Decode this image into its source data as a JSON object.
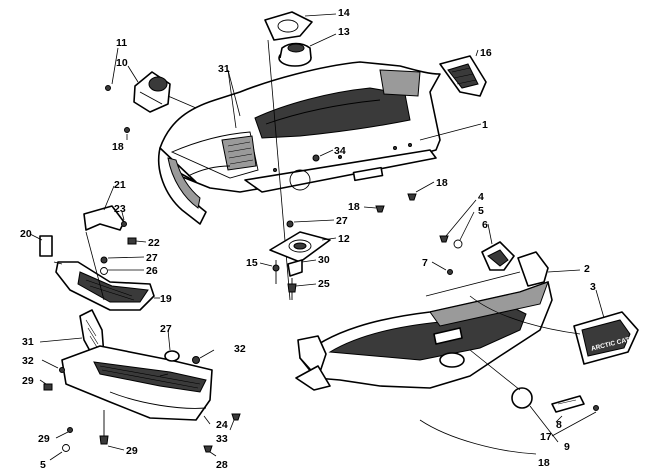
{
  "callouts": [
    {
      "id": "c1",
      "text": "1"
    },
    {
      "id": "c2",
      "text": "2"
    },
    {
      "id": "c3",
      "text": "3"
    },
    {
      "id": "c4",
      "text": "4"
    },
    {
      "id": "c5a",
      "text": "5"
    },
    {
      "id": "c5b",
      "text": "5"
    },
    {
      "id": "c6",
      "text": "6"
    },
    {
      "id": "c7",
      "text": "7"
    },
    {
      "id": "c8",
      "text": "8"
    },
    {
      "id": "c9",
      "text": "9"
    },
    {
      "id": "c10",
      "text": "10"
    },
    {
      "id": "c11",
      "text": "11"
    },
    {
      "id": "c12",
      "text": "12"
    },
    {
      "id": "c13",
      "text": "13"
    },
    {
      "id": "c14",
      "text": "14"
    },
    {
      "id": "c15",
      "text": "15"
    },
    {
      "id": "c16",
      "text": "16"
    },
    {
      "id": "c17",
      "text": "17"
    },
    {
      "id": "c18a",
      "text": "18"
    },
    {
      "id": "c18b",
      "text": "18"
    },
    {
      "id": "c18c",
      "text": "18"
    },
    {
      "id": "c18d",
      "text": "18"
    },
    {
      "id": "c19",
      "text": "19"
    },
    {
      "id": "c20",
      "text": "20"
    },
    {
      "id": "c21",
      "text": "21"
    },
    {
      "id": "c22",
      "text": "22"
    },
    {
      "id": "c23",
      "text": "23"
    },
    {
      "id": "c24",
      "text": "24"
    },
    {
      "id": "c25",
      "text": "25"
    },
    {
      "id": "c26",
      "text": "26"
    },
    {
      "id": "c27a",
      "text": "27"
    },
    {
      "id": "c27b",
      "text": "27"
    },
    {
      "id": "c27c",
      "text": "27"
    },
    {
      "id": "c28",
      "text": "28"
    },
    {
      "id": "c29a",
      "text": "29"
    },
    {
      "id": "c29b",
      "text": "29"
    },
    {
      "id": "c29c",
      "text": "29"
    },
    {
      "id": "c30",
      "text": "30"
    },
    {
      "id": "c31a",
      "text": "31"
    },
    {
      "id": "c31b",
      "text": "31"
    },
    {
      "id": "c32a",
      "text": "32"
    },
    {
      "id": "c32b",
      "text": "32"
    },
    {
      "id": "c33",
      "text": "33"
    },
    {
      "id": "c34",
      "text": "34"
    }
  ],
  "embossed_logo": "ARCTIC CAT"
}
